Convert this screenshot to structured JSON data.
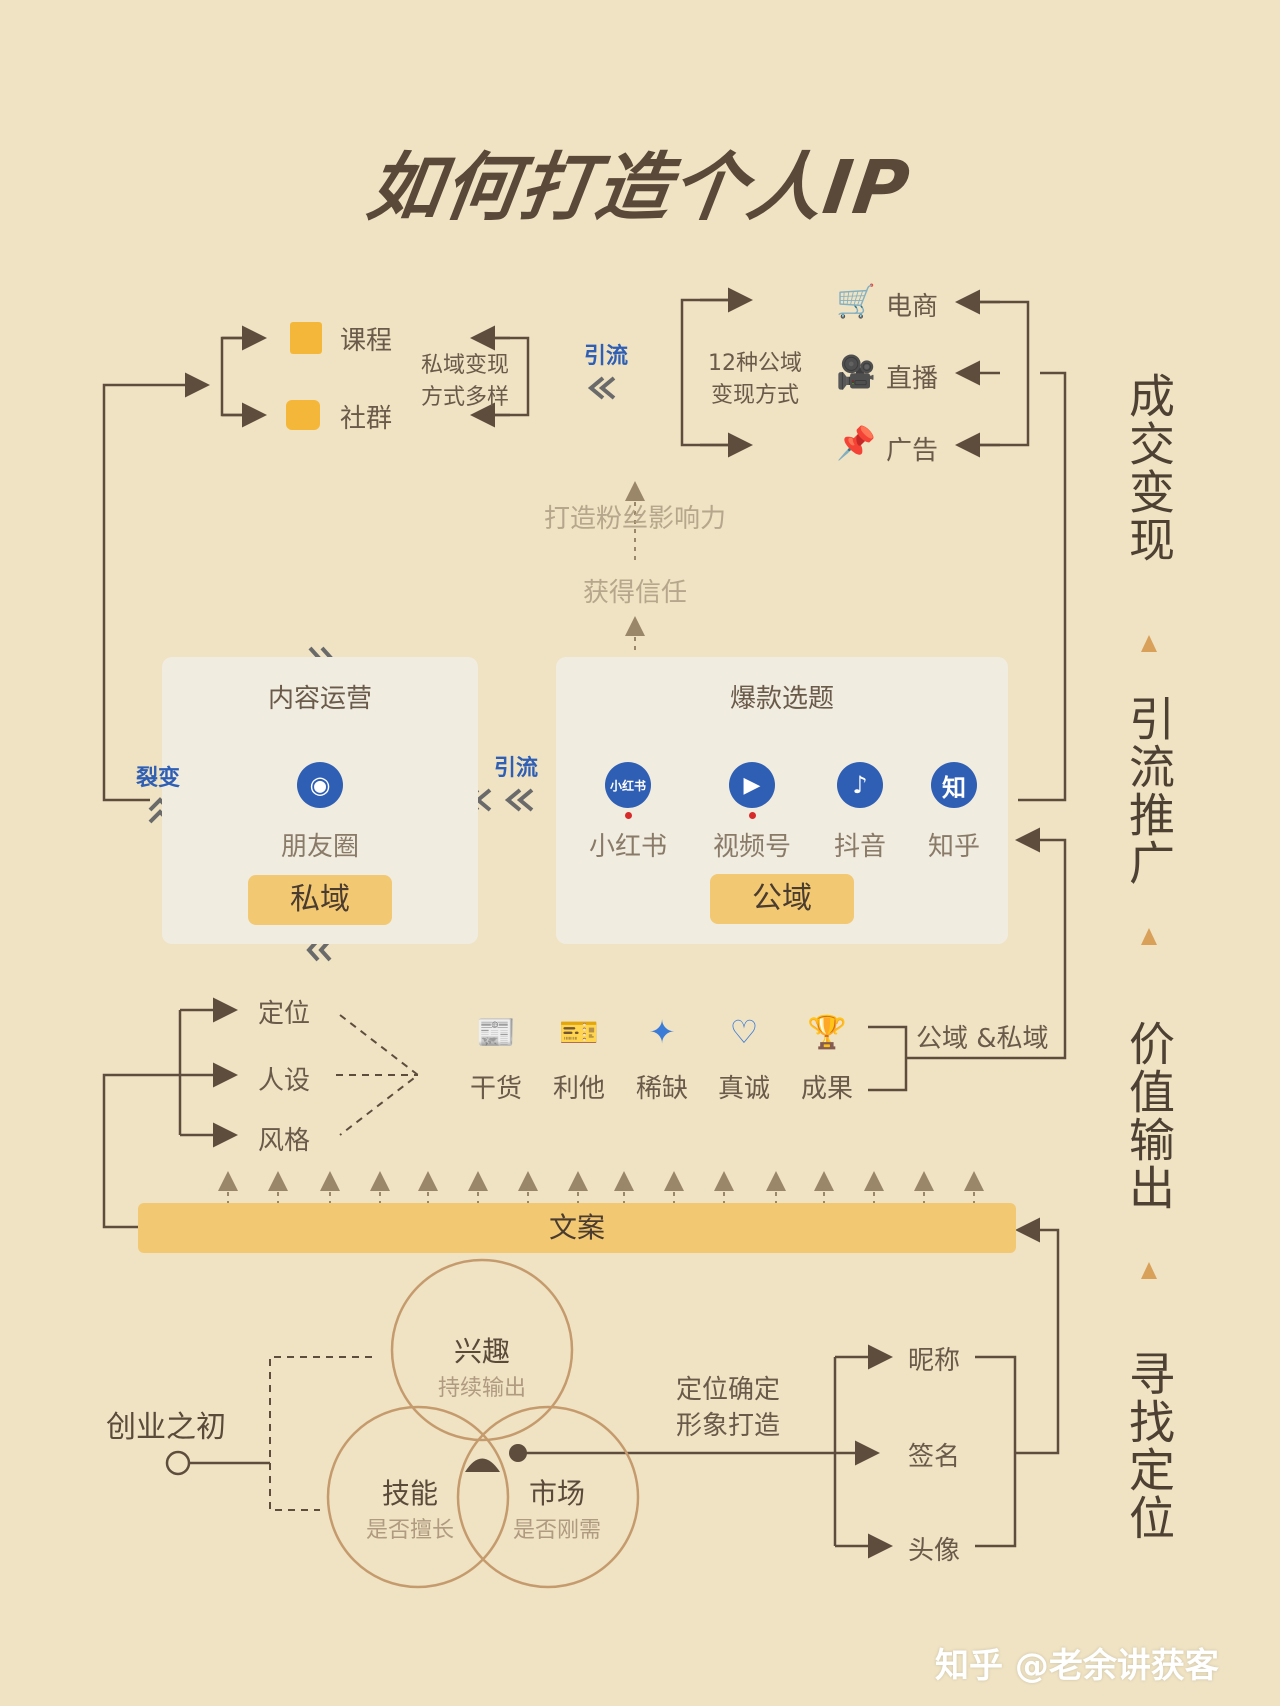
{
  "title": "如何打造个人IP",
  "stages": {
    "close": "成交变现",
    "traffic": "引流推广",
    "value": "价值输出",
    "position": "寻找定位"
  },
  "monetize": {
    "private_items": [
      "课程",
      "社群"
    ],
    "private_note": [
      "私域变现",
      "方式多样"
    ],
    "traffic_label": "引流",
    "public_note": [
      "12种公域",
      "变现方式"
    ],
    "public_items": [
      "电商",
      "直播",
      "广告"
    ]
  },
  "steps": {
    "fans": "打造粉丝影响力",
    "trust": "获得信任"
  },
  "private_panel": {
    "heading": "内容运营",
    "item": "朋友圈",
    "badge": "私域",
    "fission": "裂变"
  },
  "public_panel": {
    "heading": "爆款选题",
    "traffic_label": "引流",
    "platforms": [
      {
        "name": "小红书",
        "icon_text": "小红书",
        "color": "#2f5fb4"
      },
      {
        "name": "视频号",
        "icon_text": "▶",
        "color": "#2f5fb4"
      },
      {
        "name": "抖音",
        "icon_text": "♪",
        "color": "#2f5fb4"
      },
      {
        "name": "知乎",
        "icon_text": "知",
        "color": "#2f5fb4"
      }
    ],
    "badge": "公域"
  },
  "value_output": {
    "persona": [
      "定位",
      "人设",
      "风格"
    ],
    "values": [
      "干货",
      "利他",
      "稀缺",
      "真诚",
      "成果"
    ],
    "channel": "公域 &私域",
    "copywriting": "文案"
  },
  "positioning": {
    "start": "创业之初",
    "circles": [
      {
        "title": "兴趣",
        "sub": "持续输出"
      },
      {
        "title": "技能",
        "sub": "是否擅长"
      },
      {
        "title": "市场",
        "sub": "是否刚需"
      }
    ],
    "result": [
      "定位确定",
      "形象打造"
    ],
    "image_items": [
      "昵称",
      "签名",
      "头像"
    ]
  },
  "watermark": "知乎 @老余讲获客",
  "colors": {
    "background": "#efe3c3",
    "line": "#5e4d3d",
    "accent_yellow": "#f3c872",
    "accent_blue": "#2f5fb4"
  }
}
